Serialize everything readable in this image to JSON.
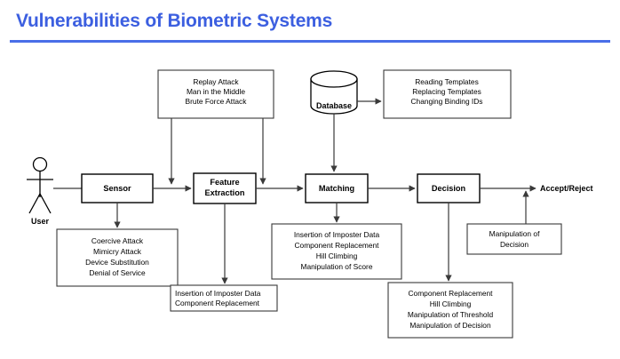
{
  "header": {
    "title": "Vulnerabilities of Biometric Systems",
    "title_color": "#3c5fe0",
    "rule_color": "#4a6ee8"
  },
  "diagram": {
    "type": "flow-diagram",
    "actor": {
      "label": "User",
      "icon": "stick-figure-icon"
    },
    "output": {
      "label": "Accept/Reject"
    },
    "datastore": {
      "label": "Database",
      "icon": "database-cylinder-icon"
    },
    "stages": [
      {
        "id": "sensor",
        "label": "Sensor"
      },
      {
        "id": "feature",
        "label_line1": "Feature",
        "label_line2": "Extraction"
      },
      {
        "id": "matching",
        "label": "Matching"
      },
      {
        "id": "decision",
        "label": "Decision"
      }
    ],
    "notes": [
      {
        "id": "note-channel-attacks",
        "align": "center",
        "lines": [
          "Replay Attack",
          "Man in the Middle",
          "Brute Force Attack"
        ]
      },
      {
        "id": "note-template-attacks",
        "align": "center",
        "lines": [
          "Reading Templates",
          "Replacing Templates",
          "Changing Binding IDs"
        ]
      },
      {
        "id": "note-sensor-attacks",
        "align": "center",
        "lines": [
          "Coercive Attack",
          "Mimicry Attack",
          "Device Substitution",
          "Denial of Service"
        ]
      },
      {
        "id": "note-feature-attacks",
        "align": "left",
        "lines": [
          "Insertion of Imposter Data",
          "Component Replacement"
        ]
      },
      {
        "id": "note-matching-attacks",
        "align": "center",
        "lines": [
          "Insertion of Imposter Data",
          "Component Replacement",
          "Hill Climbing",
          "Manipulation of Score"
        ]
      },
      {
        "id": "note-decision-attacks",
        "align": "center",
        "lines": [
          "Component Replacement",
          "Hill Climbing",
          "Manipulation of  Threshold",
          "Manipulation of Decision"
        ]
      },
      {
        "id": "note-decision-manipulation",
        "align": "center",
        "lines": [
          "Manipulation of",
          "Decision"
        ]
      }
    ]
  }
}
